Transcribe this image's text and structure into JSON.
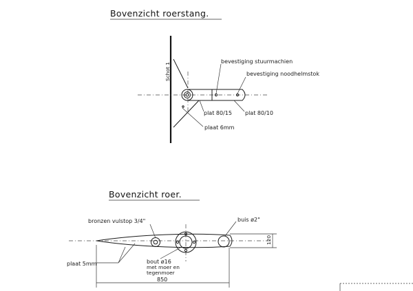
{
  "top_view_rudder_arm": {
    "title": "Bovenzicht roerstang.",
    "bulkhead_label": "Schot 1",
    "labels": {
      "steering_machine_mount": "bevestiging stuurmachien",
      "emergency_tiller_mount": "bevestiging noodhelmstok",
      "plate_80_15": "plat 80/15",
      "plate_80_10": "plat 80/10",
      "plate_6mm": "plaat 6mm"
    }
  },
  "top_view_rudder": {
    "title": "Bovenzicht roer.",
    "labels": {
      "bronze_filler_plug": "bronzen vulstop 3/4\"",
      "tube": "buis ø2\"",
      "plate_5mm": "plaat 5mm",
      "bolt_line1": "bout ø16",
      "bolt_line2": "met moer en",
      "bolt_line3": "tegenmoer"
    },
    "dimensions": {
      "width": "120",
      "length": "850"
    }
  }
}
